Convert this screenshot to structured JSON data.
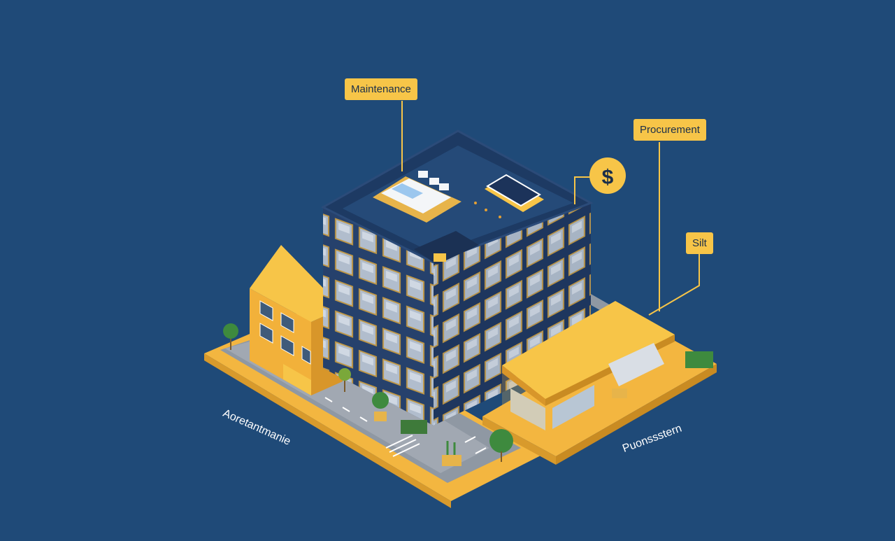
{
  "callouts": {
    "maintenance": "Maintenance",
    "procurement": "Procurement",
    "silt": "Silt"
  },
  "ground_labels": {
    "left": "Aoretantmanie",
    "right": "Puonssstern"
  },
  "coin_symbol": "$",
  "colors": {
    "background": "#1f4a78",
    "accent": "#f7c548",
    "building": "#27416f"
  },
  "icons": [
    "dollar-coin-icon",
    "tree-icon",
    "hvac-unit-icon",
    "solar-panel-icon"
  ]
}
